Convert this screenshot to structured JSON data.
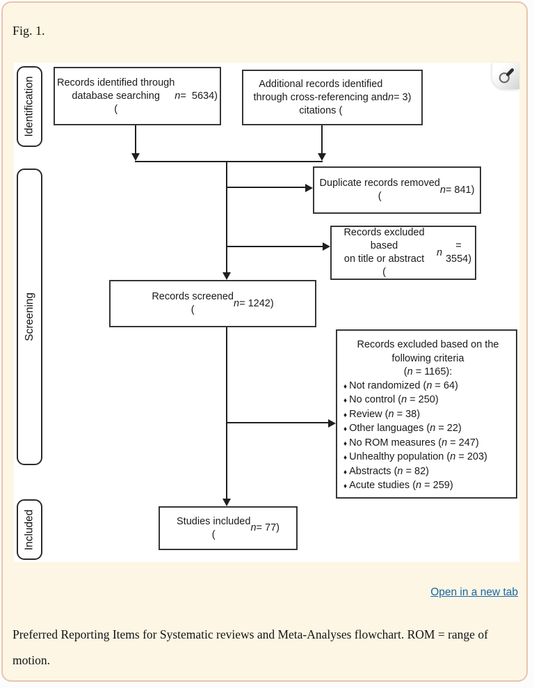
{
  "page": {
    "fig_label": "Fig. 1.",
    "link_open_new_tab": "Open in a new tab",
    "caption_lines": [
      "Preferred Reporting Items for Systematic reviews and Meta-Analyses flowchart. ROM = range of",
      "motion."
    ],
    "colors": {
      "card_bg": "#fdf6e4",
      "card_border": "#e9c4ae",
      "figure_bg": "#ffffff",
      "link": "#1565a8",
      "flow_line": "#1f1f1f"
    }
  },
  "figure": {
    "zoom_button_icon": "magnifier",
    "bullet_char": "♦",
    "stages": [
      {
        "label": "Identification"
      },
      {
        "label": "Screening"
      },
      {
        "label": "Included"
      }
    ],
    "boxes": {
      "identified": {
        "lines": [
          "Records identified through",
          "database searching",
          "(n =  5634)"
        ]
      },
      "additional": {
        "lines": [
          "Additional records identified",
          "through cross-referencing and",
          "citations (n = 3)"
        ]
      },
      "duplicates_removed": {
        "lines": [
          "Duplicate records removed",
          "(n = 841)"
        ]
      },
      "excluded_title_abstract": {
        "lines": [
          "Records excluded based",
          "on title or abstract",
          "(n = 3554)"
        ]
      },
      "screened": {
        "lines": [
          "Records screened",
          "(n = 1242)"
        ]
      },
      "excluded_criteria": {
        "header_lines": [
          "Records excluded based on the",
          "following criteria",
          "(n = 1165):"
        ],
        "items": [
          "Not randomized (n = 64)",
          "No control (n = 250)",
          "Review (n = 38)",
          "Other languages (n = 22)",
          "No ROM measures (n = 247)",
          "Unhealthy population (n = 203)",
          "Abstracts (n = 82)",
          "Acute studies (n = 259)"
        ]
      },
      "included_studies": {
        "lines": [
          "Studies included",
          "(n = 77)"
        ]
      }
    }
  }
}
